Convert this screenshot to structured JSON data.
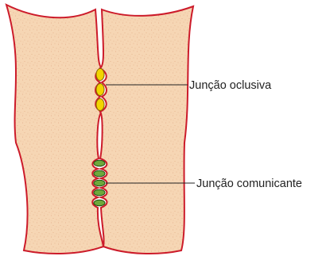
{
  "labels": {
    "tight_junction": "Junção oclusiva",
    "gap_junction": "Junção comunicante"
  },
  "colors": {
    "cell_fill": "#f6d6b4",
    "cell_dots": "#e2ab86",
    "membrane": "#cc1b2a",
    "tight_junction_fill": "#f2d400",
    "tight_junction_stroke": "#8a6a00",
    "gap_junction_fill": "#6ea83c",
    "gap_junction_stroke": "#1f4d12",
    "label_text": "#222222"
  },
  "tight_junction_count": 3,
  "gap_junction_count": 5
}
